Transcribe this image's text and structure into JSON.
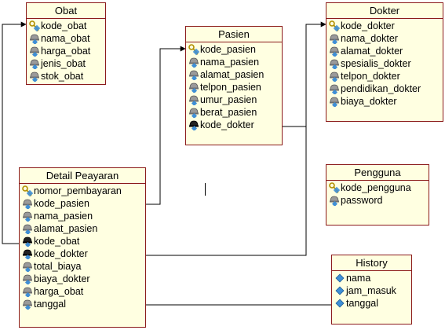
{
  "diagram": {
    "entities": {
      "obat": {
        "title": "Obat",
        "fields": [
          {
            "name": "kode_obat",
            "icon": "primary-key-icon"
          },
          {
            "name": "nama_obat",
            "icon": "field-icon"
          },
          {
            "name": "harga_obat",
            "icon": "field-icon"
          },
          {
            "name": "jenis_obat",
            "icon": "field-icon"
          },
          {
            "name": "stok_obat",
            "icon": "field-icon"
          }
        ]
      },
      "pasien": {
        "title": "Pasien",
        "fields": [
          {
            "name": "kode_pasien",
            "icon": "primary-key-icon"
          },
          {
            "name": "nama_pasien",
            "icon": "field-icon"
          },
          {
            "name": "alamat_pasien",
            "icon": "field-icon"
          },
          {
            "name": "telpon_pasien",
            "icon": "field-icon"
          },
          {
            "name": "umur_pasien",
            "icon": "field-icon"
          },
          {
            "name": "berat_pasien",
            "icon": "field-icon"
          },
          {
            "name": "kode_dokter",
            "icon": "foreign-key-icon"
          }
        ]
      },
      "dokter": {
        "title": "Dokter",
        "fields": [
          {
            "name": "kode_dokter",
            "icon": "primary-key-icon"
          },
          {
            "name": "nama_dokter",
            "icon": "field-icon"
          },
          {
            "name": "alamat_dokter",
            "icon": "field-icon"
          },
          {
            "name": "spesialis_dokter",
            "icon": "field-icon"
          },
          {
            "name": "telpon_dokter",
            "icon": "field-icon"
          },
          {
            "name": "pendidikan_dokter",
            "icon": "field-icon"
          },
          {
            "name": "biaya_dokter",
            "icon": "field-icon"
          }
        ]
      },
      "detail": {
        "title": "Detail Peayaran",
        "fields": [
          {
            "name": "nomor_pembayaran",
            "icon": "primary-key-icon"
          },
          {
            "name": "kode_pasien",
            "icon": "field-icon"
          },
          {
            "name": "nama_pasien",
            "icon": "field-icon"
          },
          {
            "name": "alamat_pasien",
            "icon": "field-icon"
          },
          {
            "name": "kode_obat",
            "icon": "foreign-key-icon"
          },
          {
            "name": "kode_dokter",
            "icon": "foreign-key-icon"
          },
          {
            "name": "total_biaya",
            "icon": "field-icon"
          },
          {
            "name": "biaya_dokter",
            "icon": "field-icon"
          },
          {
            "name": "harga_obat",
            "icon": "field-icon"
          },
          {
            "name": "tanggal",
            "icon": "field-icon"
          }
        ]
      },
      "pengguna": {
        "title": "Pengguna",
        "fields": [
          {
            "name": "kode_pengguna",
            "icon": "primary-key-icon"
          },
          {
            "name": "password",
            "icon": "field-icon"
          }
        ]
      },
      "history": {
        "title": "History",
        "fields": [
          {
            "name": "nama",
            "icon": "diamond-icon"
          },
          {
            "name": "jam_masuk",
            "icon": "diamond-icon"
          },
          {
            "name": "tanggal",
            "icon": "diamond-icon"
          }
        ]
      }
    },
    "colors": {
      "box_fill": "#ffffe1",
      "box_border": "#8b1a1a",
      "key_gold": "#d4b106",
      "field_grey": "#9a9a9a",
      "diamond_blue": "#3f8fd6",
      "line": "#000000"
    }
  }
}
